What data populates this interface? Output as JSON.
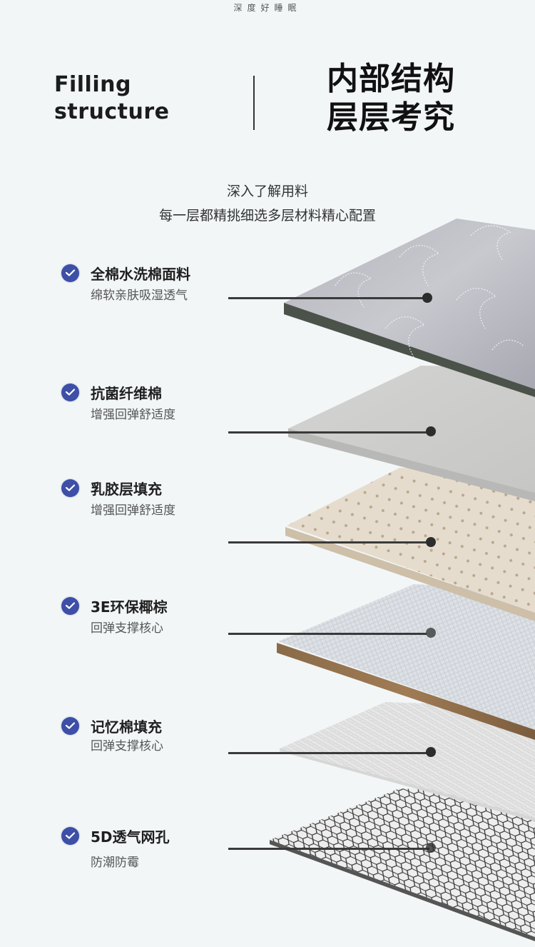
{
  "top_tagline": "深度好睡眠",
  "hero": {
    "english_line1": "Filling",
    "english_line2": "structure",
    "chinese_line1": "内部结构",
    "chinese_line2": "层层考究"
  },
  "intro": {
    "line1": "深入了解用料",
    "line2": "每一层都精挑细选多层材料精心配置"
  },
  "accent_color": "#3d4fa6",
  "layers": [
    {
      "title": "全棉水洗棉面料",
      "desc": "绵软亲肤吸湿透气",
      "material": "quilted-cotton-fabric"
    },
    {
      "title": "抗菌纤维棉",
      "desc": "增强回弹舒适度",
      "material": "antibacterial-fiber-cotton"
    },
    {
      "title": "乳胶层填充",
      "desc": "增强回弹舒适度",
      "material": "latex-layer"
    },
    {
      "title": "3E环保椰棕",
      "desc": "回弹支撑核心",
      "material": "3e-coconut-palm"
    },
    {
      "title": "记忆棉填充",
      "desc": "回弹支撑核心",
      "material": "memory-foam"
    },
    {
      "title": "5D透气网孔",
      "desc": "防潮防霉",
      "material": "5d-breathable-mesh"
    }
  ]
}
